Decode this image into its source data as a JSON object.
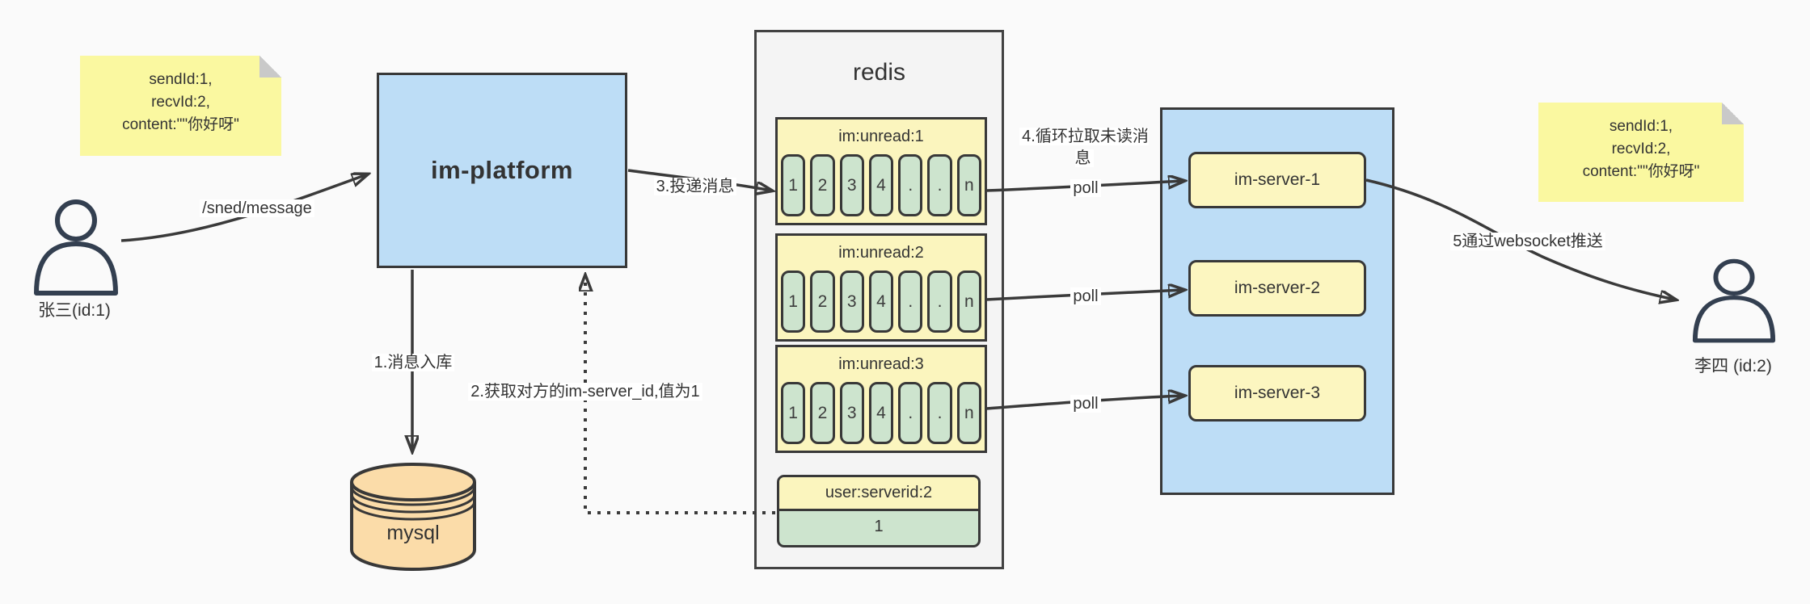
{
  "notes": {
    "left": {
      "lines": [
        "sendId:1,",
        "recvId:2,",
        "content:\"\"你好呀\""
      ]
    },
    "right": {
      "lines": [
        "sendId:1,",
        "recvId:2,",
        "content:\"\"你好呀\""
      ]
    }
  },
  "actors": {
    "sender": {
      "label": "张三(id:1)"
    },
    "receiver": {
      "label": "李四 (id:2)"
    }
  },
  "platform": {
    "label": "im-platform"
  },
  "database": {
    "label": "mysql"
  },
  "redis": {
    "title": "redis",
    "queues": [
      {
        "name": "im:unread:1",
        "cells": [
          "1",
          "2",
          "3",
          "4",
          ".",
          ".",
          "n"
        ]
      },
      {
        "name": "im:unread:2",
        "cells": [
          "1",
          "2",
          "3",
          "4",
          ".",
          ".",
          "n"
        ]
      },
      {
        "name": "im:unread:3",
        "cells": [
          "1",
          "2",
          "3",
          "4",
          ".",
          ".",
          "n"
        ]
      }
    ],
    "kv": {
      "key": "user:serverid:2",
      "value": "1"
    }
  },
  "cluster": {
    "servers": [
      {
        "label": "im-server-1"
      },
      {
        "label": "im-server-2"
      },
      {
        "label": "im-server-3"
      }
    ]
  },
  "edges": {
    "send_label": "/sned/message",
    "step1_label": "1.消息入库",
    "step2_label": "2.获取对方的im-server_id,值为1",
    "step3_label": "3.投递消息",
    "step4_label": "4.循环拉取未读消息",
    "poll_label": "poll",
    "step5_label": "5通过websocket推送"
  },
  "colors": {
    "background": "#FAFAFA",
    "accent_blue": "#BDDDF6",
    "note_yellow": "#FAF8A0",
    "box_yellow": "#FBF5BE",
    "cell_green": "#CDE4CE",
    "db_tan": "#FBDCA9",
    "container_gray": "#F4F4F4",
    "line_dark": "#3A3A3A",
    "person_navy": "#333F50"
  }
}
